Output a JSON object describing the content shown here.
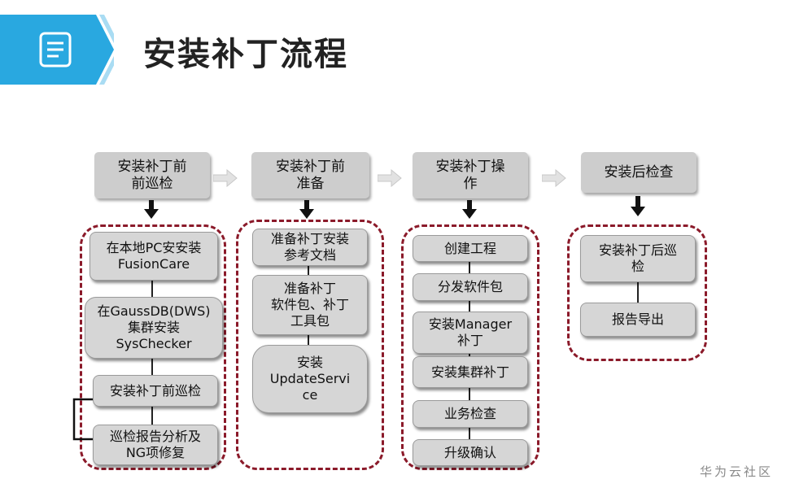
{
  "title": "安装补丁流程",
  "watermark": "华为云社区",
  "icons": [
    "document-icon",
    "chevron-right-icon",
    "arrow-right-icon",
    "arrow-down-icon"
  ],
  "colors": {
    "header_blue": "#29a8e0",
    "dashed_border": "#8b1a2a",
    "box_gray": "#d6d6d6"
  },
  "phases": [
    {
      "header_lines": [
        "安装补丁前",
        "前巡检"
      ],
      "steps": [
        [
          "在本地PC安安装",
          "FusionCare"
        ],
        [
          "在GaussDB(DWS)",
          "集群安装",
          "SysChecker"
        ],
        [
          "安装补丁前巡检"
        ],
        [
          "巡检报告分析及",
          "NG项修复"
        ]
      ]
    },
    {
      "header_lines": [
        "安装补丁前",
        "准备"
      ],
      "steps": [
        [
          "准备补丁安装",
          "参考文档"
        ],
        [
          "准备补丁",
          "软件包、补丁",
          "工具包"
        ],
        [
          "安装",
          "UpdateServi",
          "ce"
        ]
      ]
    },
    {
      "header_lines": [
        "安装补丁操",
        "作"
      ],
      "steps": [
        [
          "创建工程"
        ],
        [
          "分发软件包"
        ],
        [
          "安装Manager",
          "补丁"
        ],
        [
          "安装集群补丁"
        ],
        [
          "业务检查"
        ],
        [
          "升级确认"
        ]
      ]
    },
    {
      "header_lines": [
        "安装后检查"
      ],
      "steps": [
        [
          "安装补丁后巡",
          "检"
        ],
        [
          "报告导出"
        ]
      ]
    }
  ]
}
